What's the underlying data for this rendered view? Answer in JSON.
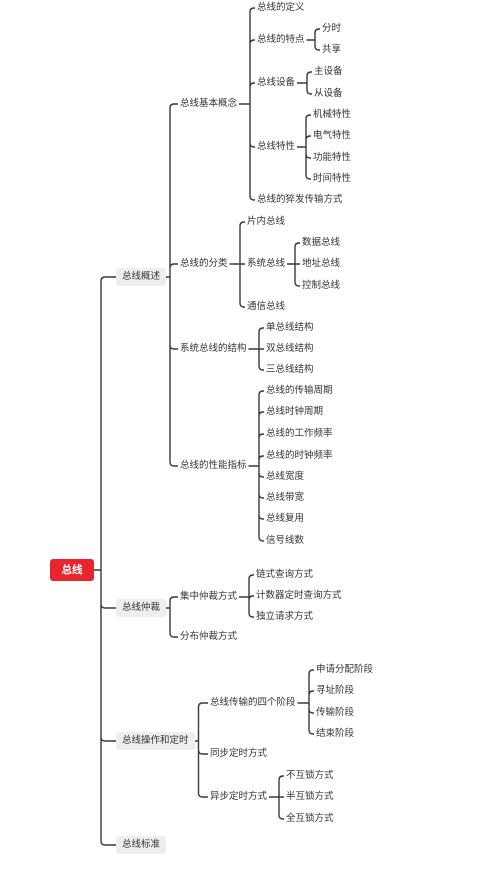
{
  "root": {
    "label": "总线"
  },
  "sections": [
    {
      "label": "总线概述",
      "children": [
        {
          "label": "总线基本概念",
          "children": [
            {
              "label": "总线的定义"
            },
            {
              "label": "总线的特点",
              "children": [
                {
                  "label": "分时"
                },
                {
                  "label": "共享"
                }
              ]
            },
            {
              "label": "总线设备",
              "children": [
                {
                  "label": "主设备"
                },
                {
                  "label": "从设备"
                }
              ]
            },
            {
              "label": "总线特性",
              "children": [
                {
                  "label": "机械特性"
                },
                {
                  "label": "电气特性"
                },
                {
                  "label": "功能特性"
                },
                {
                  "label": "时间特性"
                }
              ]
            },
            {
              "label": "总线的猝发传输方式"
            }
          ]
        },
        {
          "label": "总线的分类",
          "children": [
            {
              "label": "片内总线"
            },
            {
              "label": "系统总线",
              "children": [
                {
                  "label": "数据总线"
                },
                {
                  "label": "地址总线"
                },
                {
                  "label": "控制总线"
                }
              ]
            },
            {
              "label": "通信总线"
            }
          ]
        },
        {
          "label": "系统总线的结构",
          "children": [
            {
              "label": "单总线结构"
            },
            {
              "label": "双总线结构"
            },
            {
              "label": "三总线结构"
            }
          ]
        },
        {
          "label": "总线的性能指标",
          "children": [
            {
              "label": "总线的传输周期"
            },
            {
              "label": "总线时钟周期"
            },
            {
              "label": "总线的工作频率"
            },
            {
              "label": "总线的时钟频率"
            },
            {
              "label": "总线宽度"
            },
            {
              "label": "总线带宽"
            },
            {
              "label": "总线复用"
            },
            {
              "label": "信号线数"
            }
          ]
        }
      ]
    },
    {
      "label": "总线仲裁",
      "children": [
        {
          "label": "集中仲裁方式",
          "children": [
            {
              "label": "链式查询方式"
            },
            {
              "label": "计数器定时查询方式"
            },
            {
              "label": "独立请求方式"
            }
          ]
        },
        {
          "label": "分布仲裁方式"
        }
      ]
    },
    {
      "label": "总线操作和定时",
      "children": [
        {
          "label": "总线传输的四个阶段",
          "children": [
            {
              "label": "申请分配阶段"
            },
            {
              "label": "寻址阶段"
            },
            {
              "label": "传输阶段"
            },
            {
              "label": "结束阶段"
            }
          ]
        },
        {
          "label": "同步定时方式"
        },
        {
          "label": "异步定时方式",
          "children": [
            {
              "label": "不互锁方式"
            },
            {
              "label": "半互锁方式"
            },
            {
              "label": "全互锁方式"
            }
          ]
        }
      ]
    },
    {
      "label": "总线标准"
    }
  ],
  "colors": {
    "root_bg": "#e8252f",
    "section_bg": "#eeeeee",
    "line": "#3a3a3a",
    "text": "#333333"
  }
}
